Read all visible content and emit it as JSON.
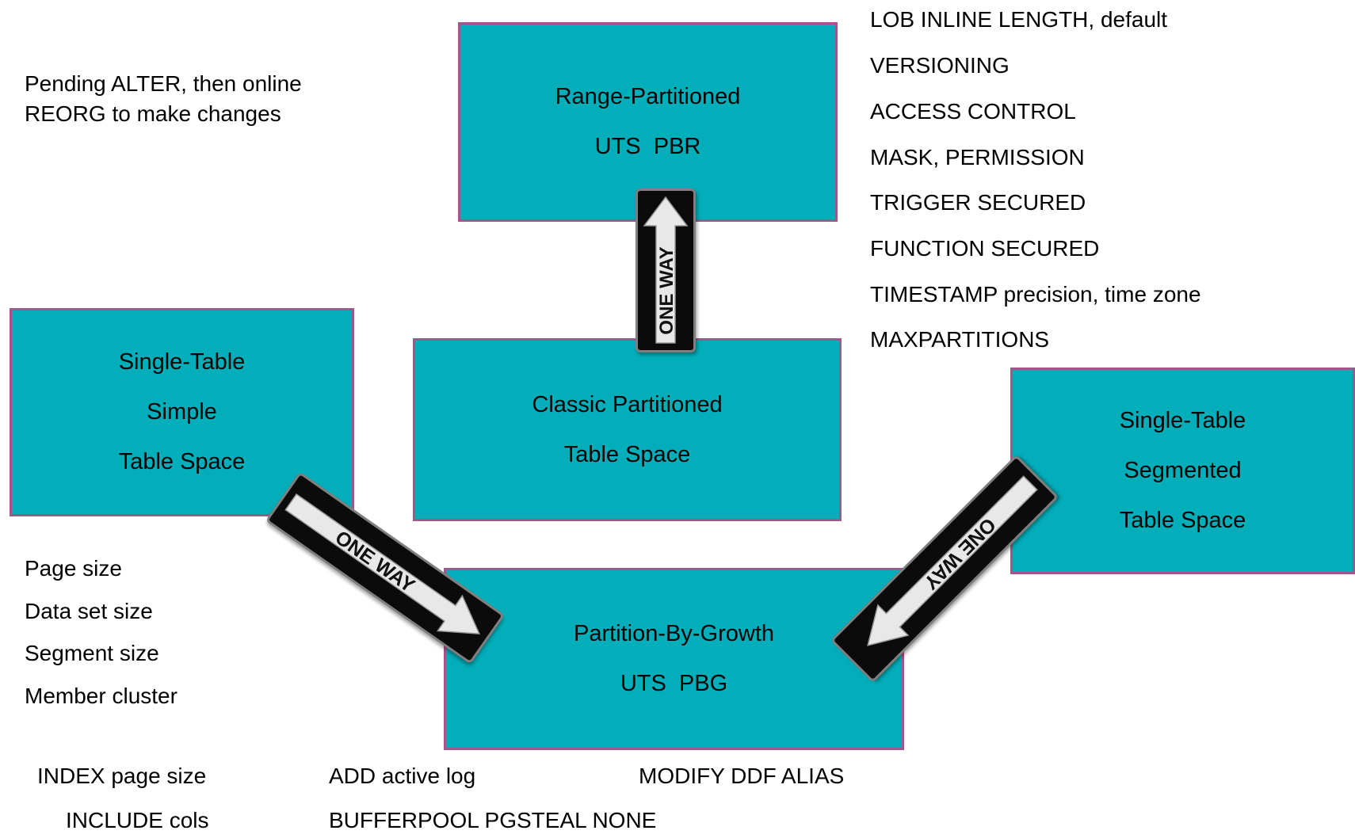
{
  "notes": {
    "pending_alter": "Pending ALTER, then online\nREORG to make changes",
    "size_list": [
      "Page size",
      "Data set size",
      "Segment size",
      "Member cluster"
    ],
    "feature_list": [
      "LOB INLINE LENGTH, default",
      "VERSIONING",
      "ACCESS CONTROL",
      "MASK, PERMISSION",
      "TRIGGER SECURED",
      "FUNCTION SECURED",
      "TIMESTAMP precision, time zone",
      "MAXPARTITIONS"
    ],
    "bottom": {
      "index_page_size": "INDEX page size",
      "include_cols": "INCLUDE cols",
      "add_active_log": "ADD active log",
      "bufferpool": "BUFFERPOOL PGSTEAL NONE",
      "modify_ddf": "MODIFY DDF ALIAS"
    }
  },
  "boxes": {
    "range_partitioned": [
      "Range-Partitioned",
      "UTS  PBR"
    ],
    "single_table_simple": [
      "Single-Table",
      "Simple",
      "Table Space"
    ],
    "classic_partitioned": [
      "Classic Partitioned",
      "Table Space"
    ],
    "partition_by_growth": [
      "Partition-By-Growth",
      "UTS  PBG"
    ],
    "single_table_segmented": [
      "Single-Table",
      "Segmented",
      "Table Space"
    ]
  },
  "signs": {
    "label": "ONE WAY"
  },
  "colors": {
    "box_fill": "#01aeba",
    "box_border": "#a0588a",
    "sign_body": "#0b0b0b",
    "sign_arrow": "#e8e8e8"
  }
}
